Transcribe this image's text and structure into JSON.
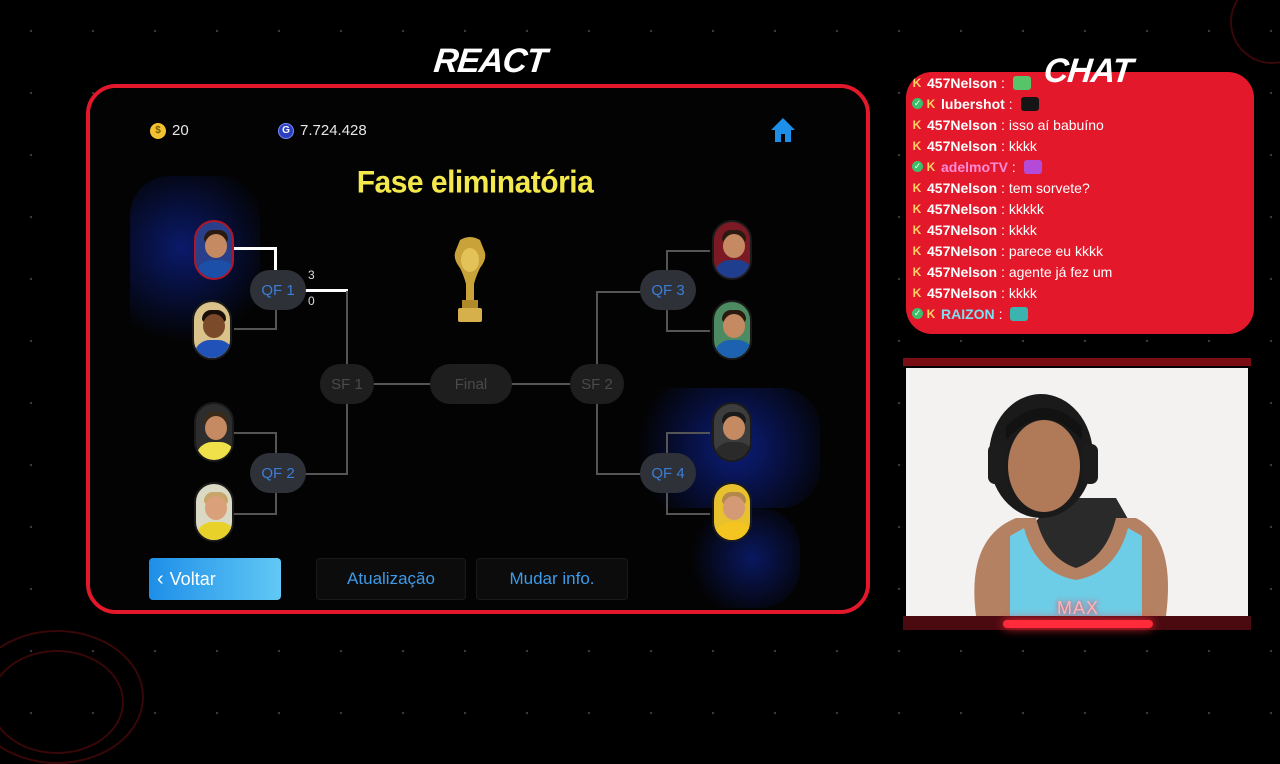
{
  "overlay": {
    "react_title": "REACT",
    "chat_title": "CHAT",
    "cam_name": "MAX"
  },
  "game": {
    "coins": "20",
    "gp": "7.724.428",
    "title": "Fase eliminatória",
    "qf1_label": "QF 1",
    "qf1_score_top": "3",
    "qf1_score_bottom": "0",
    "qf2_label": "QF 2",
    "qf3_label": "QF 3",
    "qf4_label": "QF 4",
    "sf1_label": "SF 1",
    "sf2_label": "SF 2",
    "final_label": "Final",
    "back_label": "Voltar",
    "update_label": "Atualização",
    "change_info_label": "Mudar info.",
    "colors": {
      "accent_red": "#e3182a",
      "title_yellow": "#f4e94c",
      "button_blue": "#1e8fe8"
    }
  },
  "chat": {
    "messages": [
      {
        "user": "457Nelson",
        "text": "",
        "emote": "green-face",
        "verified": false
      },
      {
        "user": "lubershot",
        "text": "",
        "emote": "black-square",
        "verified": true
      },
      {
        "user": "457Nelson",
        "text": "isso aí babuíno",
        "verified": false
      },
      {
        "user": "457Nelson",
        "text": "kkkk",
        "verified": false
      },
      {
        "user": "adelmoTV",
        "text": "",
        "emote": "purple-emote",
        "verified": true
      },
      {
        "user": "457Nelson",
        "text": "tem sorvete?",
        "verified": false
      },
      {
        "user": "457Nelson",
        "text": "kkkkk",
        "verified": false
      },
      {
        "user": "457Nelson",
        "text": "kkkk",
        "verified": false
      },
      {
        "user": "457Nelson",
        "text": "parece eu kkkk",
        "verified": false
      },
      {
        "user": "457Nelson",
        "text": "agente já fez um",
        "verified": false
      },
      {
        "user": "457Nelson",
        "text": "kkkk",
        "verified": false
      },
      {
        "user": "RAIZON",
        "text": "",
        "emote": "green-blue-emote",
        "verified": true
      }
    ]
  }
}
